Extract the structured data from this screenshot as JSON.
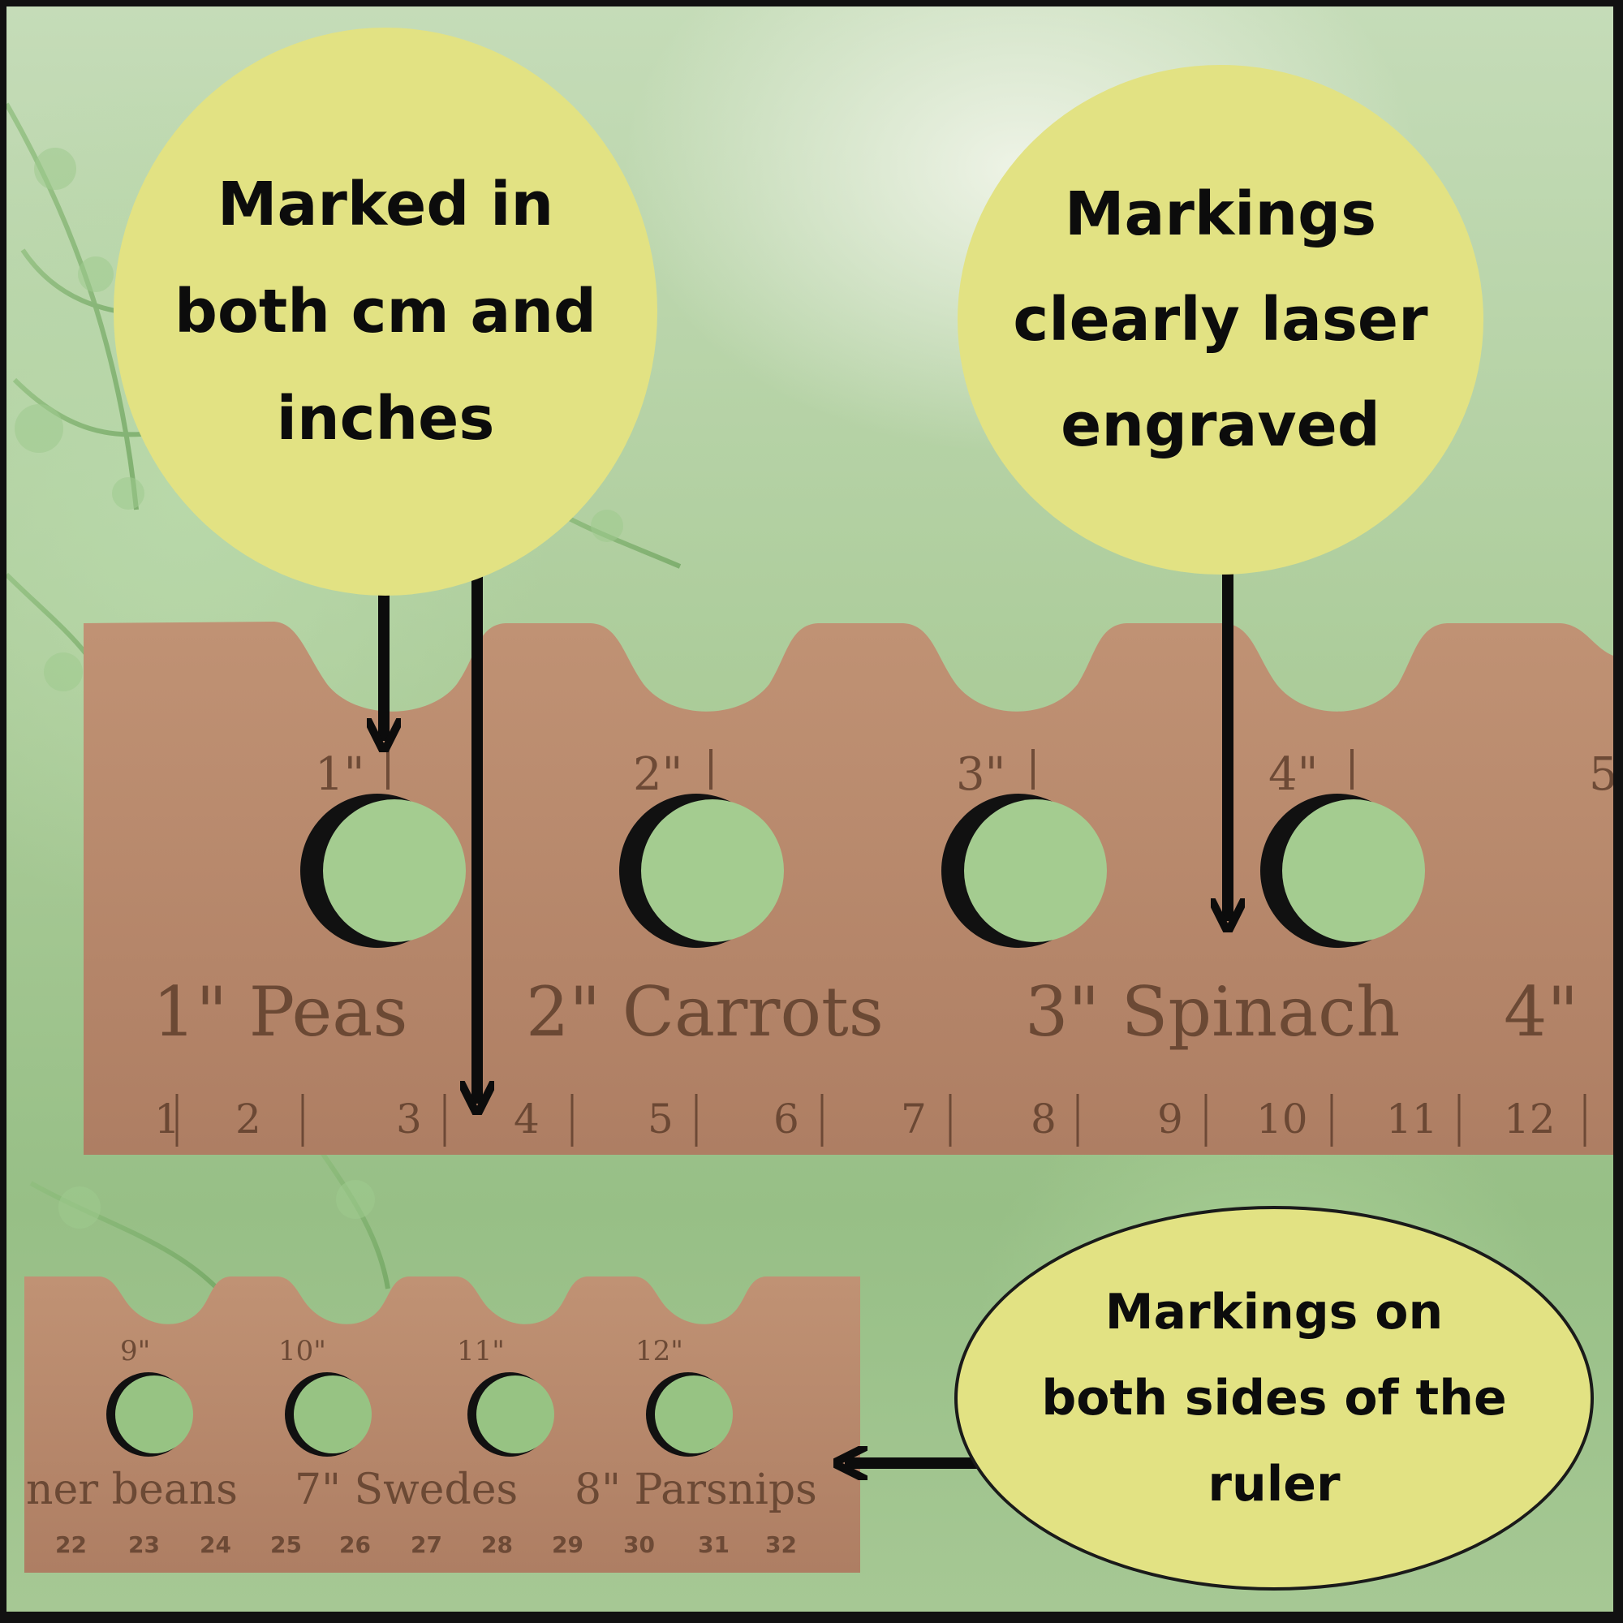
{
  "callouts": {
    "units": "Marked in\nboth cm and\ninches",
    "laser": "Markings\nclearly laser\nengraved",
    "sides": "Markings on\nboth sides of the\nruler"
  },
  "ruler_top": {
    "inch_marks": [
      "1\"",
      "2\"",
      "3\"",
      "4\"",
      "5"
    ],
    "labels": [
      "1\" Peas",
      "2\" Carrots",
      "3\" Spinach",
      "4\""
    ],
    "cm_marks": [
      "1",
      "2",
      "3",
      "4",
      "5",
      "6",
      "7",
      "8",
      "9",
      "10",
      "11",
      "12"
    ]
  },
  "ruler_bottom": {
    "inch_marks": [
      "9\"",
      "10\"",
      "11\"",
      "12\""
    ],
    "labels": [
      "ner beans",
      "7\" Swedes",
      "8\" Parsnips"
    ],
    "cm_marks": [
      "22",
      "23",
      "24",
      "25",
      "26",
      "27",
      "28",
      "29",
      "30",
      "31",
      "32"
    ]
  },
  "colors": {
    "bubble": "#e2e283",
    "wood": "#b98a6f",
    "engraving": "#5c3c2a",
    "arrow": "#0c0c0c"
  }
}
